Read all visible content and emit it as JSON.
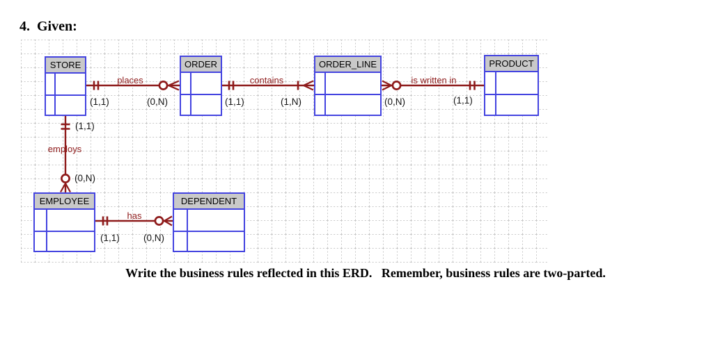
{
  "title": "4.  Given:",
  "instruction": "Write the business rules reflected in this ERD.   Remember, business rules are two-parted.",
  "colors": {
    "entity_border": "#4343e0",
    "entity_header_fill": "#c9c9c9",
    "relationship": "#8e1a1a",
    "grid_line": "#c8c8c8",
    "text": "#000000"
  },
  "entities": [
    {
      "name": "STORE"
    },
    {
      "name": "ORDER"
    },
    {
      "name": "ORDER_LINE"
    },
    {
      "name": "PRODUCT"
    },
    {
      "name": "EMPLOYEE"
    },
    {
      "name": "DEPENDENT"
    }
  ],
  "relationships": [
    {
      "label": "places",
      "from": "STORE",
      "to": "ORDER",
      "from_card": "(1,1)",
      "to_card": "(0,N)"
    },
    {
      "label": "contains",
      "from": "ORDER",
      "to": "ORDER_LINE",
      "from_card": "(1,1)",
      "to_card": "(1,N)"
    },
    {
      "label": "is written in",
      "from": "ORDER_LINE",
      "to": "PRODUCT",
      "from_card": "(0,N)",
      "to_card": "(1,1)"
    },
    {
      "label": "employs",
      "from": "STORE",
      "to": "EMPLOYEE",
      "from_card": "(1,1)",
      "to_card": "(0,N)"
    },
    {
      "label": "has",
      "from": "EMPLOYEE",
      "to": "DEPENDENT",
      "from_card": "(1,1)",
      "to_card": "(0,N)"
    }
  ]
}
